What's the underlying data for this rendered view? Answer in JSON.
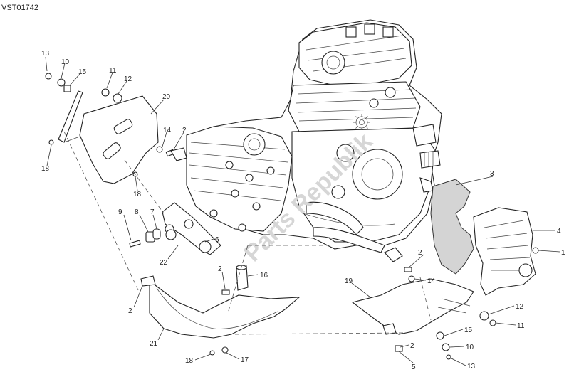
{
  "diagram": {
    "code": "VST01742",
    "watermark": "Parts Republik",
    "labels": {
      "l13a": "13",
      "l10a": "10",
      "l15a": "15",
      "l11a": "11",
      "l12a": "12",
      "l20": "20",
      "l14a": "14",
      "l2a": "2",
      "l18a": "18",
      "l18b": "18",
      "l9": "9",
      "l8": "8",
      "l7": "7",
      "l6": "6",
      "l22": "22",
      "l2b": "2",
      "l16": "16",
      "l2c": "2",
      "l21": "21",
      "l18c": "18",
      "l17": "17",
      "l3": "3",
      "l4": "4",
      "l1": "1",
      "l2d": "2",
      "l14b": "14",
      "l19": "19",
      "l12b": "12",
      "l11b": "11",
      "l15b": "15",
      "l2e": "2",
      "l10b": "10",
      "l5": "5",
      "l13b": "13"
    }
  }
}
